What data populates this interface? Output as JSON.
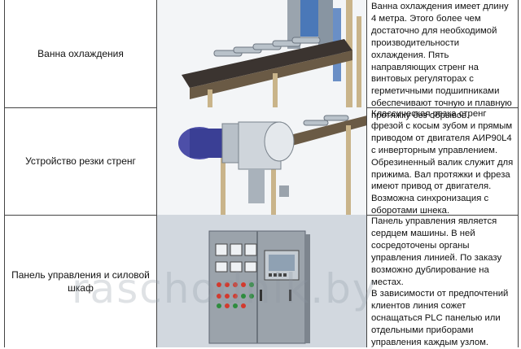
{
  "rows": [
    {
      "name": "Ванна охлаждения",
      "description": "Ванна охлаждения имеет длину 4 метра. Этого более чем достаточно для необходимой производительности охлаждения. Пять направляющих стренг на винтовых регуляторах с герметичными подшипниками обеспечивают точную и плавную протяжку без обрывов."
    },
    {
      "name": "Устройство резки стренг",
      "description": "Классическая резка стренг фрезой с косым зубом и прямым приводом от двигателя АИР90L4 с инверторным управлением. Обрезиненный валик служит для прижима. Вал протяжки и фреза имеют привод от двигателя. Возможна синхронизация с оборотами шнека."
    },
    {
      "name": "Панель управления и силовой шкаф",
      "description_paragraphs": [
        "Панель управления является сердцем машины. В ней сосредоточены органы управления линией. По заказу возможно дублирование на местах.",
        "В зависимости от предпочтений клиентов линия сожет оснащаться PLC панелью или отдельными приборами управления каждым узлом."
      ]
    }
  ],
  "watermark": "raschodnik.by"
}
